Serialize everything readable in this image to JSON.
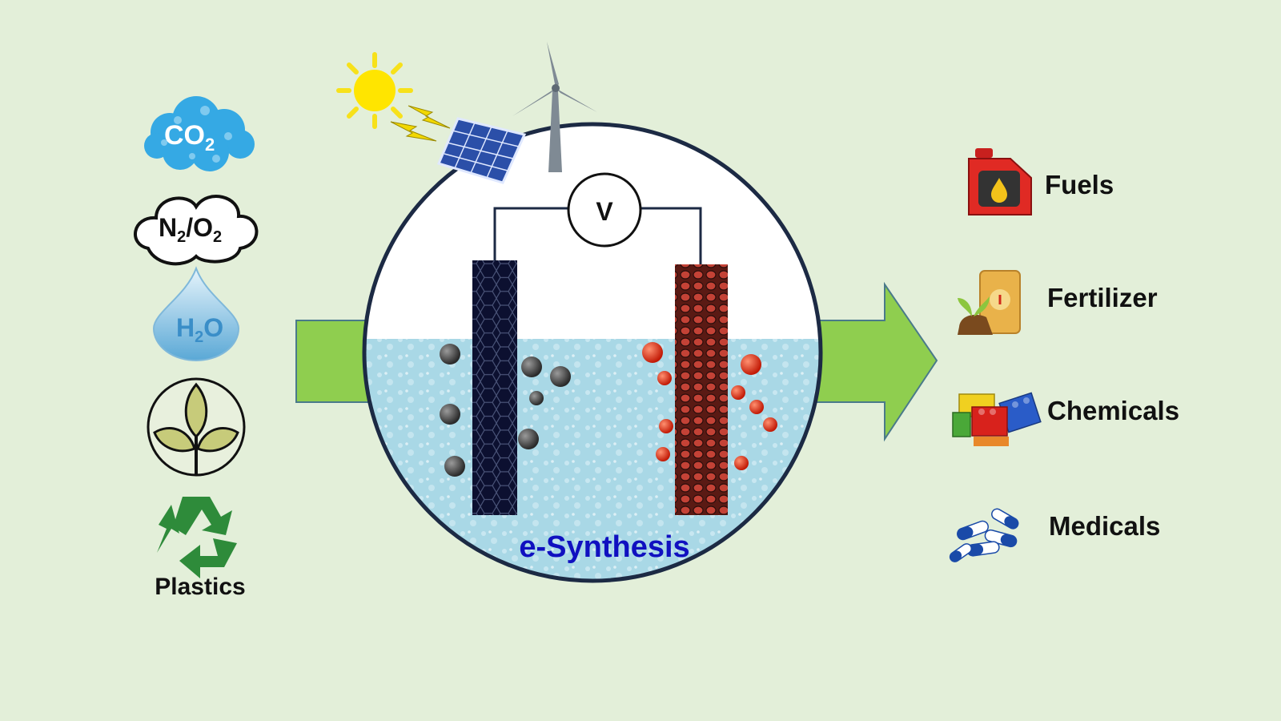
{
  "inputs": {
    "co2": {
      "main": "CO",
      "sub": "2"
    },
    "n2o2": {
      "a": "N",
      "a_sub": "2",
      "sep": "/O",
      "b_sub": "2"
    },
    "h2o": {
      "a": "H",
      "a_sub": "2",
      "b": "O"
    },
    "plastics": "Plastics"
  },
  "cell": {
    "meter": "V",
    "title": "e-Synthesis"
  },
  "outputs": [
    {
      "label": "Fuels",
      "icon": "fuel-canister-icon"
    },
    {
      "label": "Fertilizer",
      "icon": "fertilizer-bag-icon"
    },
    {
      "label": "Chemicals",
      "icon": "building-blocks-icon"
    },
    {
      "label": "Medicals",
      "icon": "capsules-icon"
    }
  ],
  "colors": {
    "background": "#e3efd9",
    "arrow": "#8fce4f",
    "electrolyte": "#a9d8e6",
    "cathode": "#0c1030",
    "anode": "#8a2a22",
    "title": "#1010c0"
  }
}
